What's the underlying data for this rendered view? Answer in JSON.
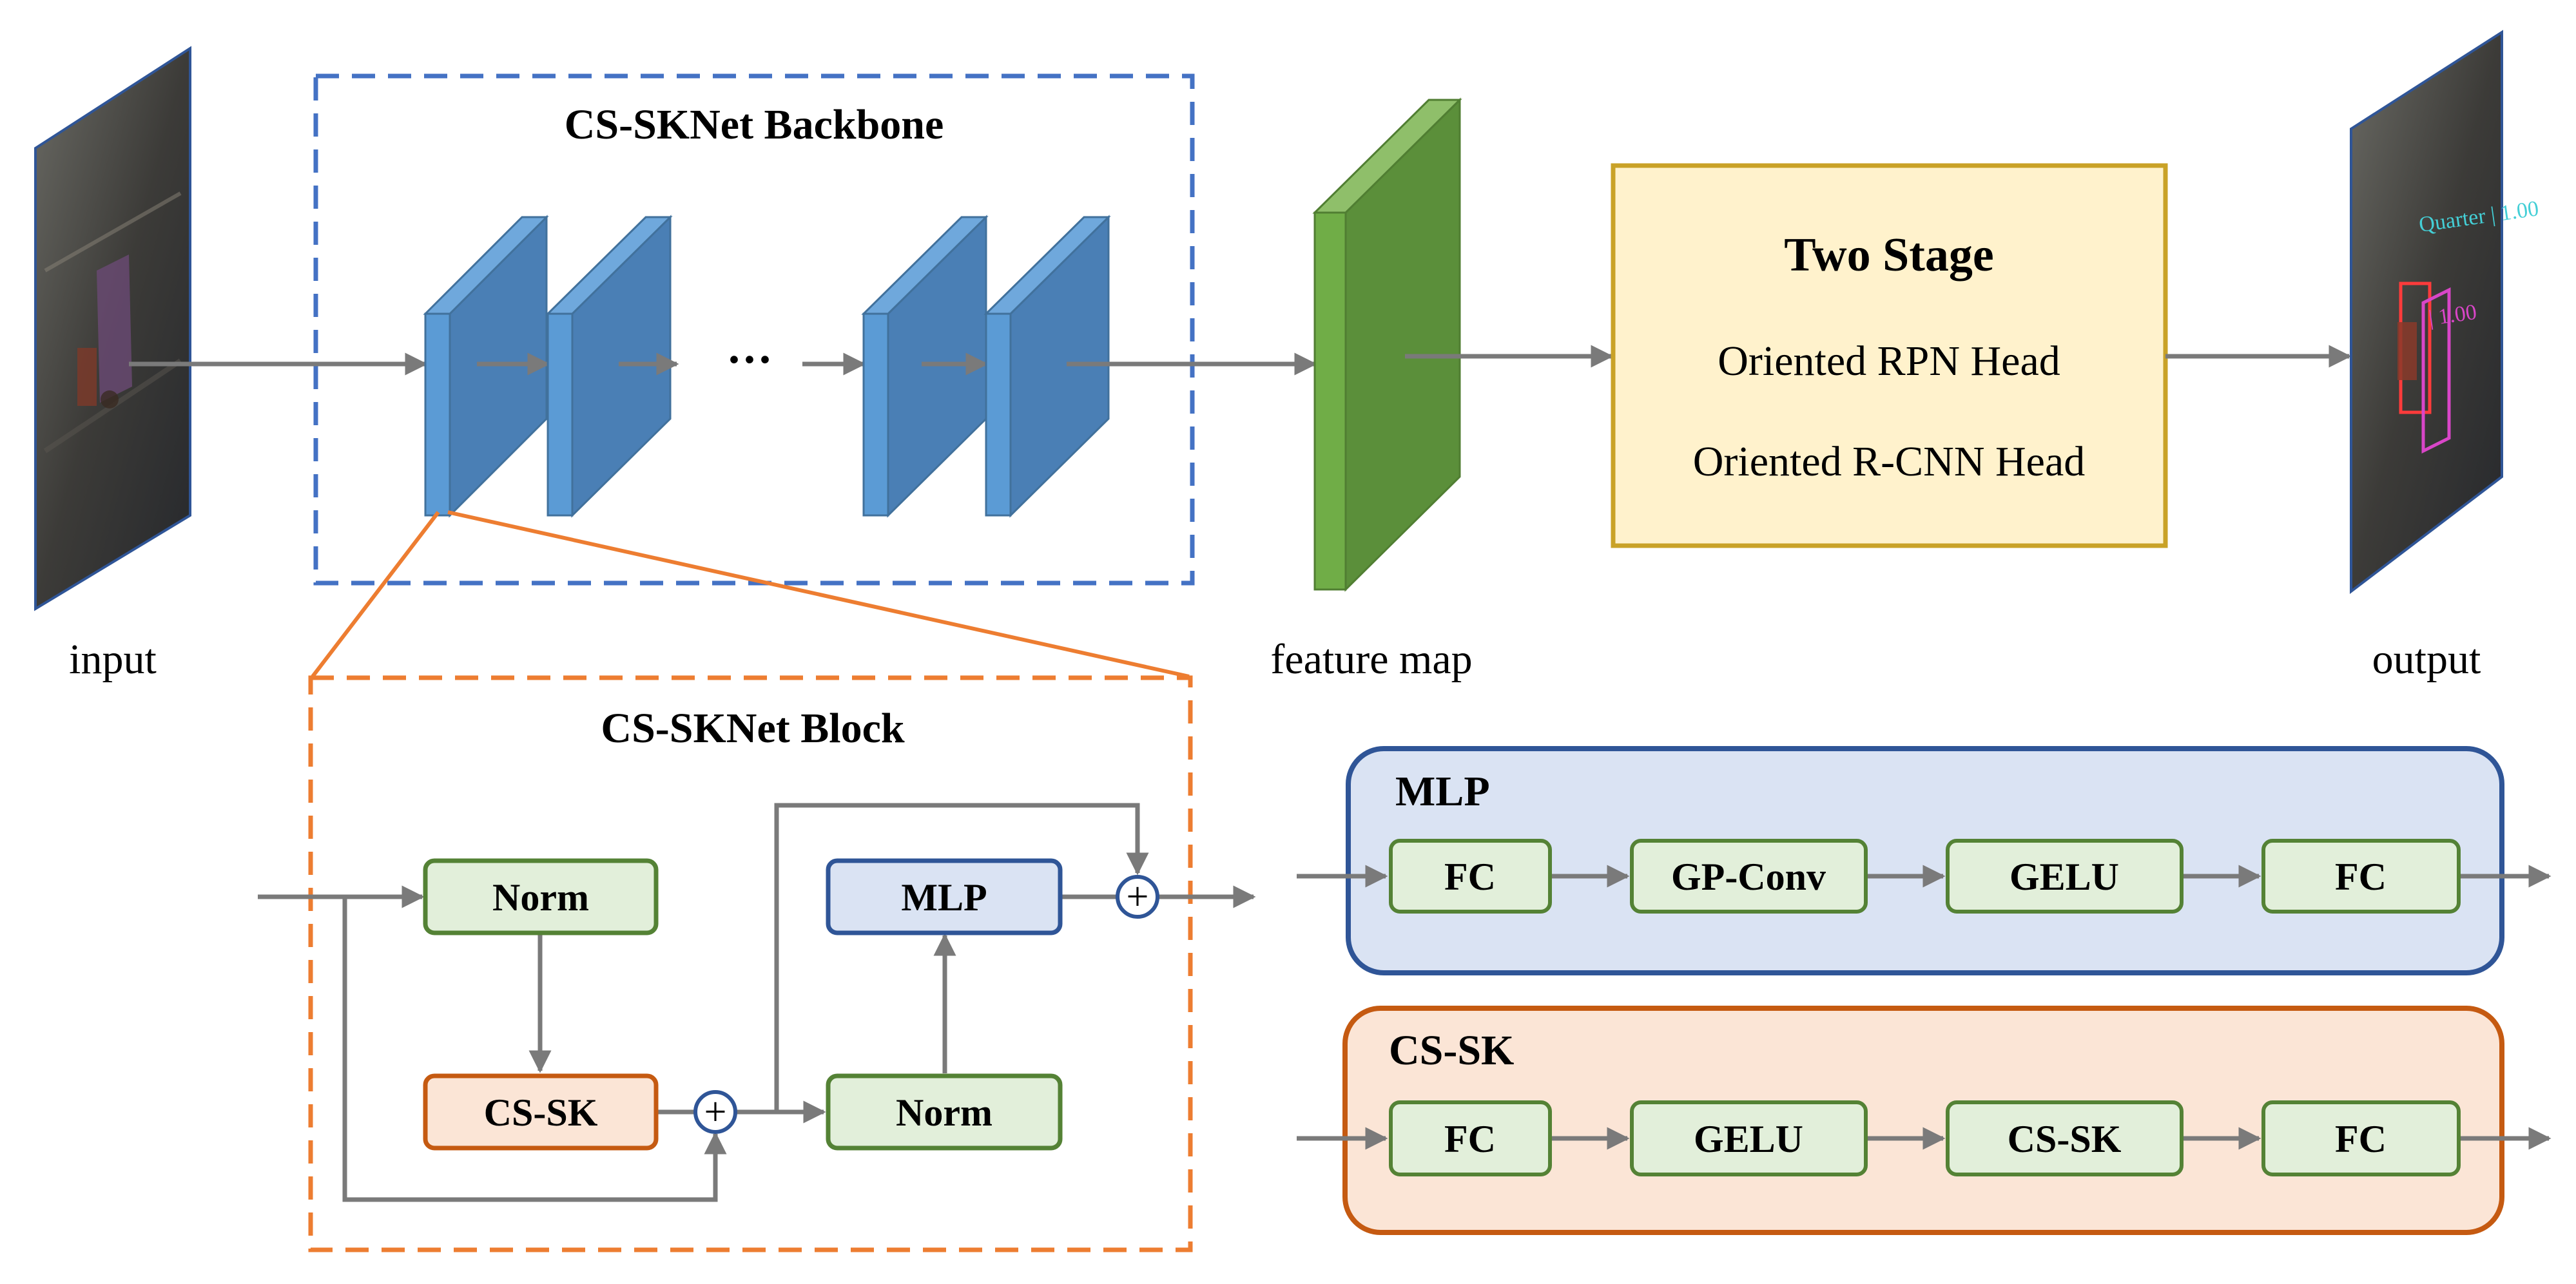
{
  "backbone": {
    "title": "CS-SKNet Backbone",
    "ellipsis": "···"
  },
  "labels": {
    "input": "input",
    "feature_map": "feature map",
    "output": "output"
  },
  "two_stage": {
    "title": "Two Stage",
    "line1": "Oriented RPN Head",
    "line2": "Oriented R-CNN Head"
  },
  "block": {
    "title": "CS-SKNet Block",
    "norm1": "Norm",
    "cssk": "CS-SK",
    "mlp": "MLP",
    "norm2": "Norm",
    "plus": "+"
  },
  "mlp_panel": {
    "title": "MLP",
    "steps": [
      "FC",
      "GP-Conv",
      "GELU",
      "FC"
    ]
  },
  "cssk_panel": {
    "title": "CS-SK",
    "steps": [
      "FC",
      "GELU",
      "CS-SK",
      "FC"
    ]
  },
  "output_overlay": {
    "label1": "Quarter | 1.00",
    "label2": "| 1.00"
  },
  "colors": {
    "arrow": "#7a7a7a",
    "backbone_border": "#4472c4",
    "block_border": "#ed7d31",
    "blue_front": "#4a7fb5",
    "blue_face": "#5b9bd5",
    "green_map": "#5b8f3a",
    "two_stage_fill": "#fff2cc",
    "two_stage_border": "#c9a227",
    "green_box_fill": "#e2efda",
    "green_box_border": "#548235",
    "orange_box_fill": "#fbe5d6",
    "orange_box_border": "#c55a11",
    "blue_box_fill": "#dae3f3",
    "blue_box_border": "#2f5597"
  }
}
